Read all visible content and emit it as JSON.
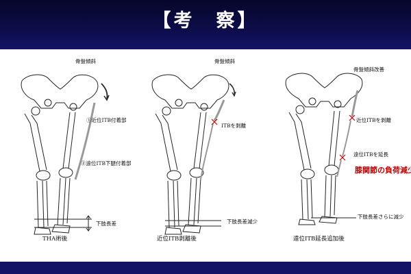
{
  "slide": {
    "title": "【考　察】",
    "colors": {
      "header": "#0d0d4a",
      "highlight": "#c00000",
      "itb_line": "#999999"
    }
  },
  "panels": [
    {
      "top_label": "骨盤傾斜",
      "labels": [
        "①近位ITB付着部",
        "②遠位ITB下腿付着部",
        "下肢長差"
      ],
      "caption": "THA術後"
    },
    {
      "top_label": "骨盤傾斜",
      "labels": [
        "ITBを剥離",
        "下肢長差減少"
      ],
      "caption": "近位ITB剥離後"
    },
    {
      "top_label": "骨盤傾斜改善",
      "labels": [
        "近位ITBを剥離",
        "遠位ITBを延長",
        "下肢長差さらに減少"
      ],
      "highlight": "膝関節の負荷減少",
      "caption": "遠位ITB延長追加後"
    }
  ]
}
